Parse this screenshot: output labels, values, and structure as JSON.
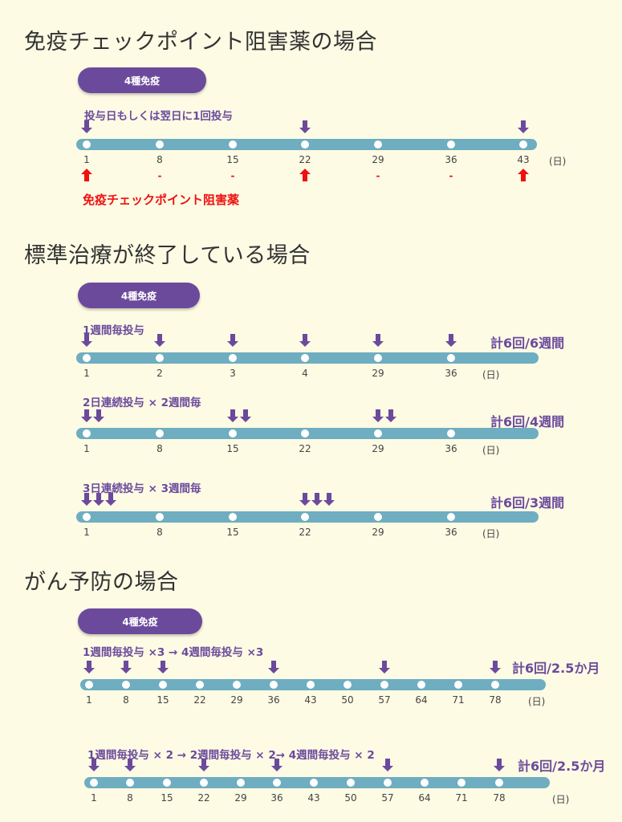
{
  "sections": {
    "checkpoint": {
      "heading": "免疫チェックポイント阻害薬の場合",
      "pill": "4種免疫",
      "caption": "投与日もしくは翌日に1回投与",
      "ticks": [
        "1",
        "8",
        "15",
        "22",
        "29",
        "36",
        "43"
      ],
      "unit": "(日)",
      "vaccine_days": [
        "1",
        "22",
        "43"
      ],
      "inhibitor_label": "免疫チェックポイント阻害薬",
      "inhibitor_marks": [
        "up",
        "-",
        "-",
        "up",
        "-",
        "-",
        "up"
      ]
    },
    "standard": {
      "heading": "標準治療が終了している場合",
      "pill": "4種免疫",
      "rows": [
        {
          "caption": "1週間毎投与",
          "total": "計6回/6週間",
          "ticks": [
            "1",
            "2",
            "3",
            "4",
            "29",
            "36"
          ],
          "unit": "(日)"
        },
        {
          "caption": "2日連続投与 × 2週間毎",
          "total": "計6回/4週間",
          "ticks": [
            "1",
            "8",
            "15",
            "22",
            "29",
            "36"
          ],
          "unit": "(日)"
        },
        {
          "caption": "3日連続投与 × 3週間毎",
          "total": "計6回/3週間",
          "ticks": [
            "1",
            "8",
            "15",
            "22",
            "29",
            "36"
          ],
          "unit": "(日)"
        }
      ]
    },
    "prevention": {
      "heading": "がん予防の場合",
      "pill": "4種免疫",
      "rows": [
        {
          "caption": "1週間毎投与 ×3 → 4週間毎投与 ×3",
          "total": "計6回/2.5か月",
          "ticks": [
            "1",
            "8",
            "15",
            "22",
            "29",
            "36",
            "43",
            "50",
            "57",
            "64",
            "71",
            "78"
          ],
          "unit": "(日)"
        },
        {
          "caption": "1週間毎投与 × 2 → 2週間毎投与 × 2→ 4週間毎投与 × 2",
          "total": "計6回/2.5か月",
          "ticks": [
            "1",
            "8",
            "15",
            "22",
            "29",
            "36",
            "43",
            "50",
            "57",
            "64",
            "71",
            "78"
          ],
          "unit": "(日)"
        }
      ]
    }
  },
  "colors": {
    "background": "#fdfbe4",
    "accent_purple": "#6b4a9c",
    "timeline_blue": "#6fadc1",
    "inhibitor_red": "#ee1111"
  },
  "icons": {
    "vaccine_dose": "down-arrow-icon",
    "inhibitor_dose": "up-arrow-icon"
  }
}
